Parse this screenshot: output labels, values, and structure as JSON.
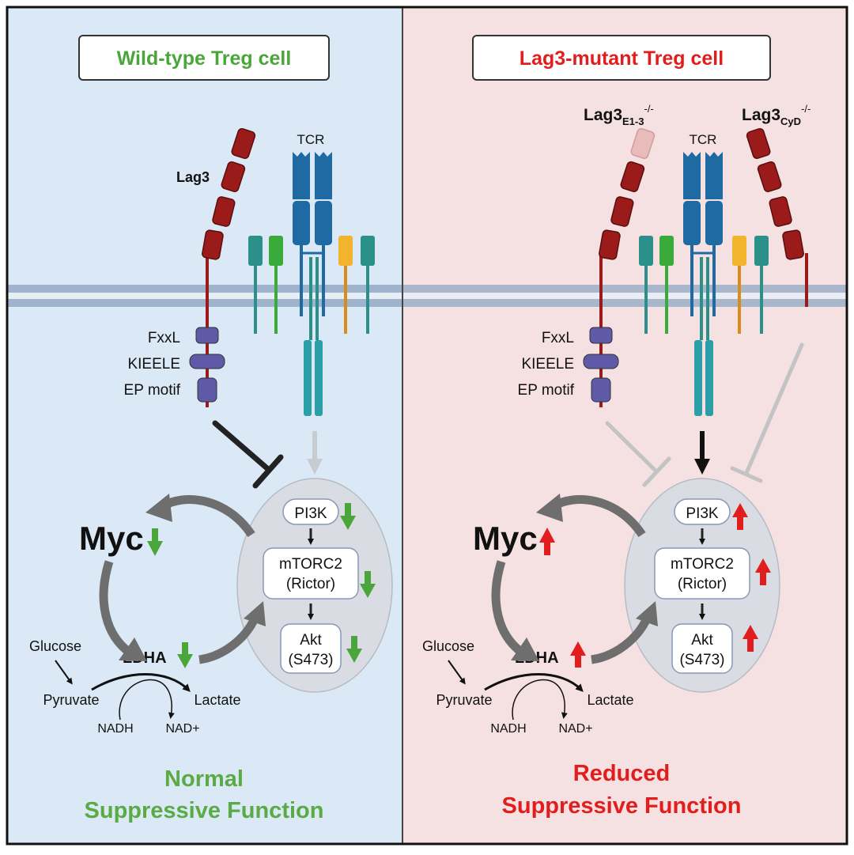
{
  "panels": [
    {
      "title": "Wild-type Treg cell",
      "title_color": "#4aa63a",
      "background": "#dbe9f6",
      "lag3_label": "Lag3",
      "tcr_label": "TCR",
      "motifs": [
        "FxxL",
        "KIEELE",
        "EP motif"
      ],
      "myc_label": "Myc",
      "ldha_label": "LDHA",
      "pi3k_label": "PI3K",
      "mtorc2_line1": "mTORC2",
      "mtorc2_line2": "(Rictor)",
      "akt_line1": "Akt",
      "akt_line2": "(S473)",
      "glucose": "Glucose",
      "pyruvate": "Pyruvate",
      "lactate": "Lactate",
      "nadh": "NADH",
      "nad": "NAD+",
      "arrow_direction": "down",
      "arrow_color": "#4aa63a",
      "outcome_line1": "Normal",
      "outcome_line2": "Suppressive Function",
      "outcome_color": "#5aaa46"
    },
    {
      "title": "Lag3-mutant Treg cell",
      "title_color": "#e21d1d",
      "background": "#f5e1e1",
      "mutant_e13_base": "Lag3",
      "mutant_e13_sub": "E1-3",
      "mutant_e13_sup": "-/-",
      "mutant_cyd_base": "Lag3",
      "mutant_cyd_sub": "CyD",
      "mutant_cyd_sup": "-/-",
      "tcr_label": "TCR",
      "motifs": [
        "FxxL",
        "KIEELE",
        "EP motif"
      ],
      "myc_label": "Myc",
      "ldha_label": "LDHA",
      "pi3k_label": "PI3K",
      "mtorc2_line1": "mTORC2",
      "mtorc2_line2": "(Rictor)",
      "akt_line1": "Akt",
      "akt_line2": "(S473)",
      "glucose": "Glucose",
      "pyruvate": "Pyruvate",
      "lactate": "Lactate",
      "nadh": "NADH",
      "nad": "NAD+",
      "arrow_direction": "up",
      "arrow_color": "#e21d1d",
      "outcome_line1": "Reduced",
      "outcome_line2": "Suppressive Function",
      "outcome_color": "#e21d1d"
    }
  ],
  "colors": {
    "lag3": "#9b1b1b",
    "lag3_ghost": "#e9bcbc",
    "tcr": "#1f6aa3",
    "teal": "#2b8f8a",
    "green": "#3aaa3a",
    "orange": "#f1b42c",
    "motif": "#5e5aa8",
    "membrane": "#9fb3cc",
    "loop_arrow": "#6e6e6e",
    "cell_body": "#d9dde3"
  }
}
